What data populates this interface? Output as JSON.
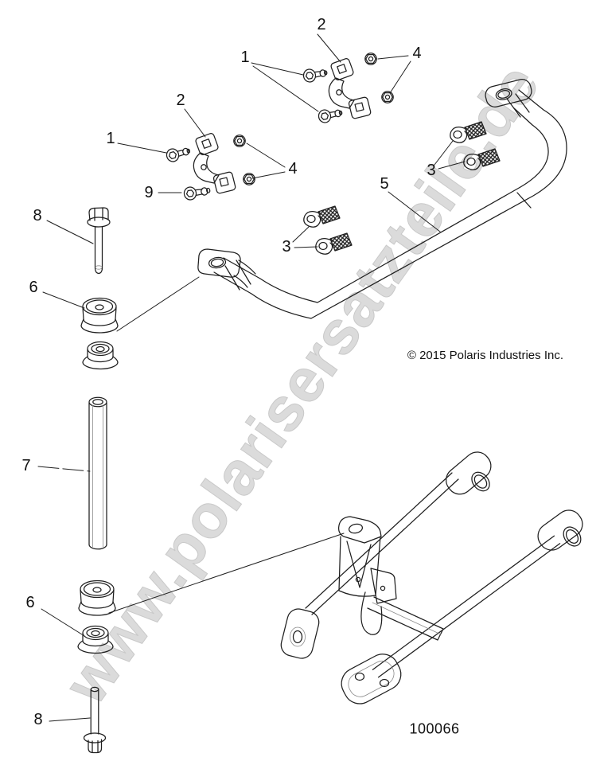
{
  "diagram": {
    "watermark_text": "www.polarisersatzteile.de",
    "copyright_text": "© 2015 Polaris Industries Inc.",
    "part_number": "100066",
    "colors": {
      "line": "#1f1f1f",
      "watermark": "#dbdbdb",
      "background": "#ffffff"
    },
    "callouts": [
      {
        "label": "2"
      },
      {
        "label": "1"
      },
      {
        "label": "4"
      },
      {
        "label": "2"
      },
      {
        "label": "1"
      },
      {
        "label": "4"
      },
      {
        "label": "9"
      },
      {
        "label": "3"
      },
      {
        "label": "5"
      },
      {
        "label": "3"
      },
      {
        "label": "8"
      },
      {
        "label": "6"
      },
      {
        "label": "7"
      },
      {
        "label": "6"
      },
      {
        "label": "8"
      }
    ]
  }
}
